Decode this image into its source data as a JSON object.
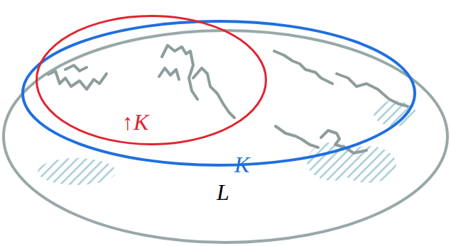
{
  "diagram": {
    "nodes": [
      {
        "text": [
          "L"
        ]
      },
      {
        "text": [
          "K"
        ],
        "in": 0
      },
      {
        "text": [
          "↑K"
        ],
        "in": 1
      }
    ]
  }
}
